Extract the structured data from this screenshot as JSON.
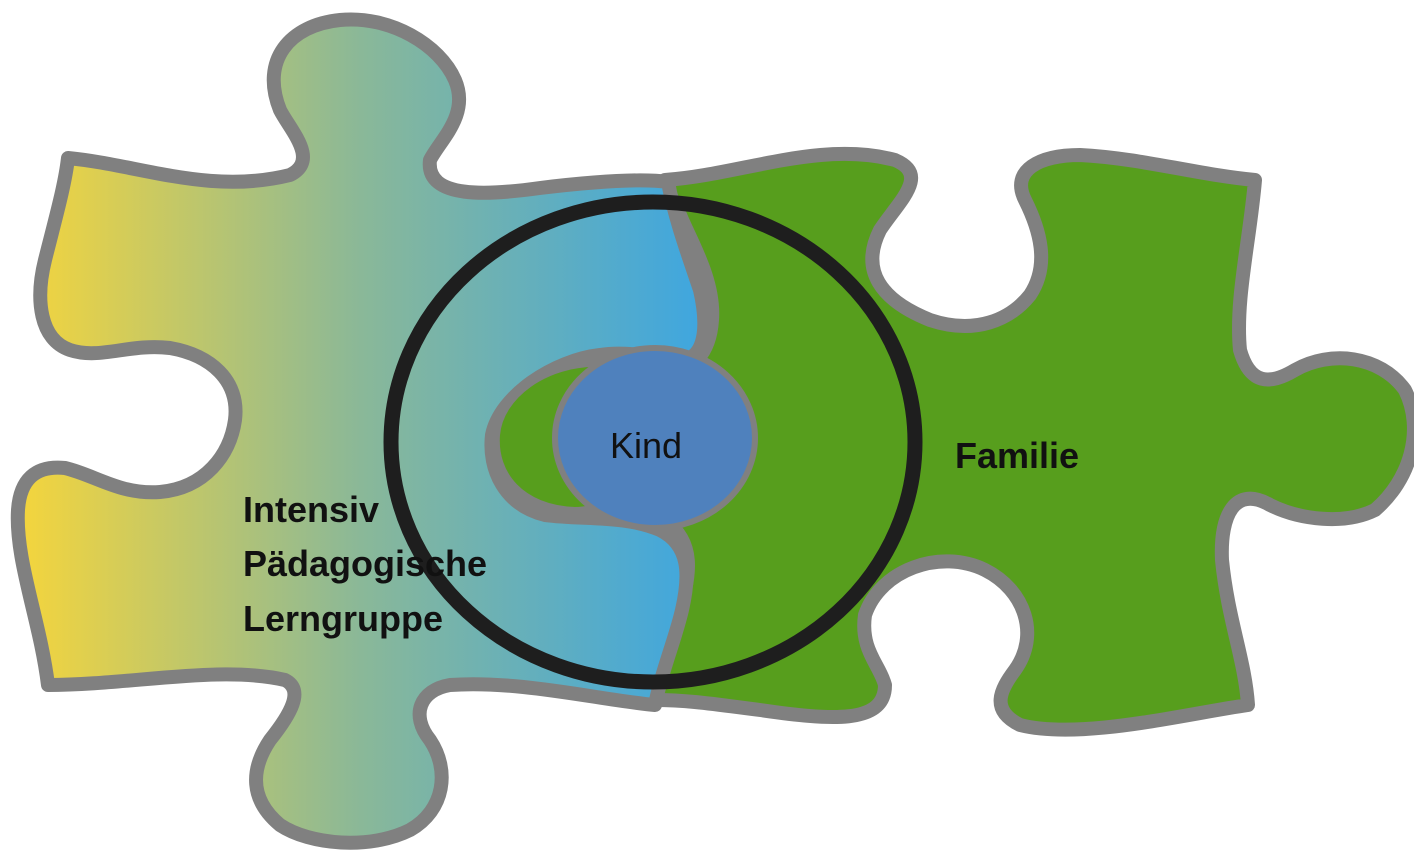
{
  "labels": {
    "left_line1": "Intensiv",
    "left_line2": "Pädagogische",
    "left_line3": "Lerngruppe",
    "right": "Familie",
    "center": "Kind"
  },
  "colors": {
    "left_gradient_start": "#f5d53c",
    "left_gradient_end": "#3ea6e0",
    "right_fill": "#579e1d",
    "piece_outline": "#808080",
    "center_circle": "#4f81bd",
    "ring": "#1e1e1e"
  }
}
